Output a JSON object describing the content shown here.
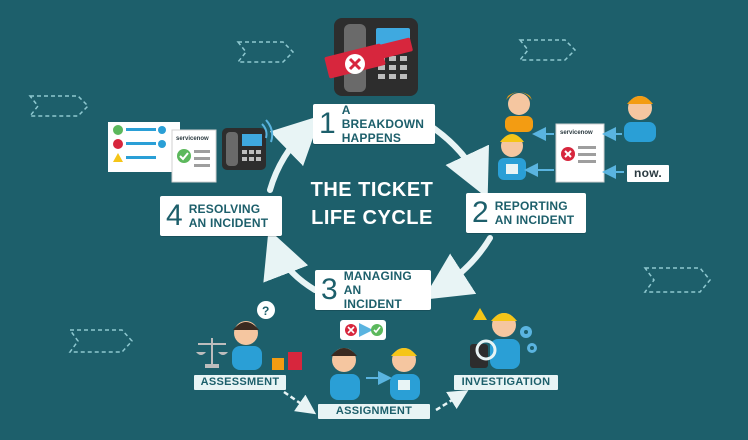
{
  "title": {
    "line1": "THE TICKET",
    "line2": "LIFE CYCLE"
  },
  "steps": [
    {
      "num": "1",
      "line1": "A BREAKDOWN",
      "line2": "HAPPENS"
    },
    {
      "num": "2",
      "line1": "REPORTING",
      "line2": "AN INCIDENT"
    },
    {
      "num": "3",
      "line1": "MANAGING",
      "line2": "AN INCIDENT"
    },
    {
      "num": "4",
      "line1": "RESOLVING",
      "line2": "AN INCIDENT"
    }
  ],
  "phases": {
    "assessment": "ASSESSMENT",
    "assignment": "ASSIGNMENT",
    "investigation": "INVESTIGATION"
  },
  "labels": {
    "servicenow": "servicenow",
    "now": "now."
  },
  "colors": {
    "background": "#1d5f6b",
    "box": "#ffffff",
    "text_dark": "#1d5f6b",
    "arrow": "#e8f4f5",
    "red": "#d7263d",
    "green": "#5cb85c",
    "yellow": "#f5c518",
    "blue": "#2a9fd6",
    "orange": "#f39c12"
  }
}
